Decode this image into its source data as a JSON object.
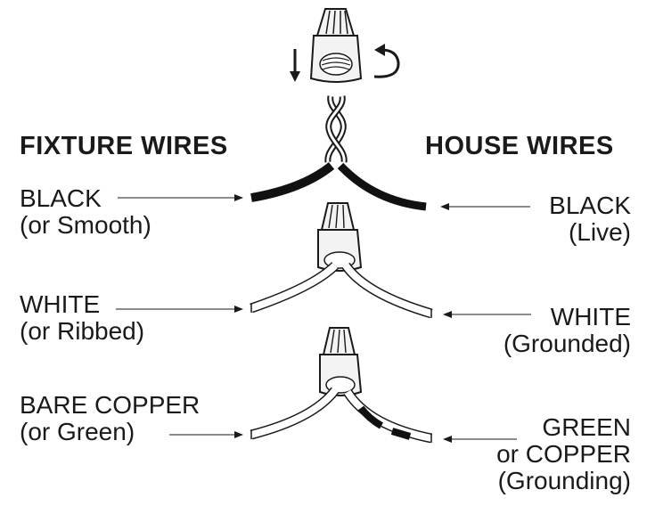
{
  "headers": {
    "fixture": "FIXTURE WIRES",
    "house": "HOUSE WIRES"
  },
  "fixture_labels": [
    {
      "line1": "BLACK",
      "line2": "(or Smooth)"
    },
    {
      "line1": "WHITE",
      "line2": "(or Ribbed)"
    },
    {
      "line1": "BARE COPPER",
      "line2": "(or Green)"
    }
  ],
  "house_labels": [
    {
      "line1": "BLACK",
      "line2": "(Live)"
    },
    {
      "line1": "WHITE",
      "line2": "(Grounded)"
    },
    {
      "line1": "GREEN",
      "line2": "or COPPER",
      "line3": "(Grounding)"
    }
  ],
  "icons": [
    "wire-nut-icon",
    "down-arrow-icon",
    "twist-arrow-icon",
    "arrow-right-icon",
    "arrow-left-icon"
  ],
  "colors": {
    "ink": "#1a1a1a",
    "nut_fill": "#f3f3f3",
    "wire_black": "#111111",
    "wire_white": "#ffffff"
  }
}
